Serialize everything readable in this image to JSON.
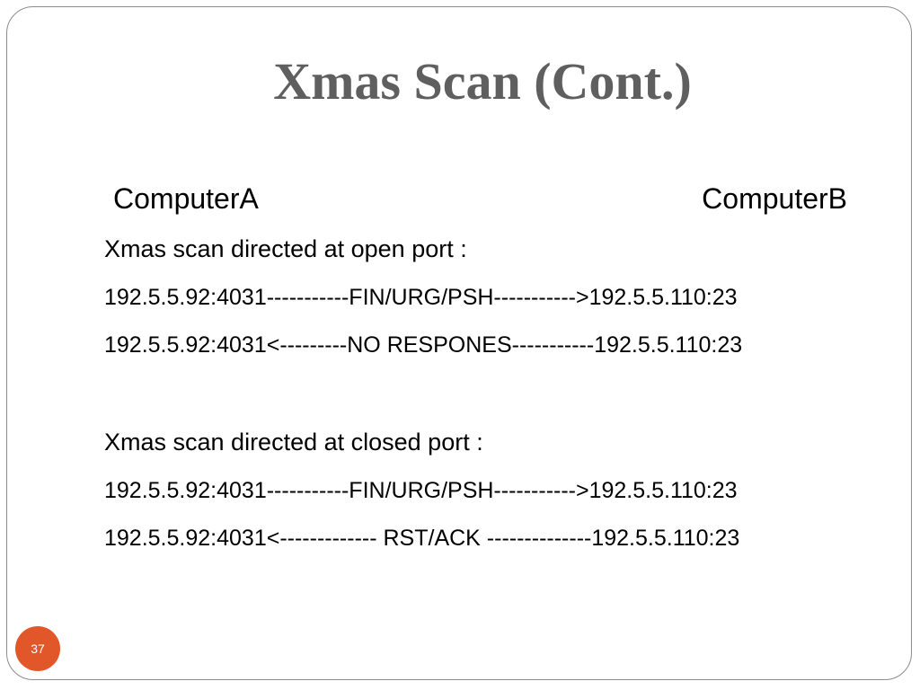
{
  "slide": {
    "title": "Xmas Scan (Cont.)",
    "computer_a": "ComputerA",
    "computer_b": "ComputerB",
    "sections": [
      {
        "heading": "Xmas scan directed at open port :",
        "rows": [
          "192.5.5.92:4031-----------FIN/URG/PSH----------->192.5.5.110:23",
          "192.5.5.92:4031<---------NO RESPONES-----------192.5.5.110:23"
        ]
      },
      {
        "heading": "Xmas scan directed at closed port :",
        "rows": [
          "192.5.5.92:4031-----------FIN/URG/PSH----------->192.5.5.110:23",
          "192.5.5.92:4031<------------- RST/ACK --------------192.5.5.110:23"
        ]
      }
    ],
    "page_number": "37"
  },
  "colors": {
    "title": "#5f5f5f",
    "badge": "#e2572a",
    "frame": "#8c8c8c"
  }
}
